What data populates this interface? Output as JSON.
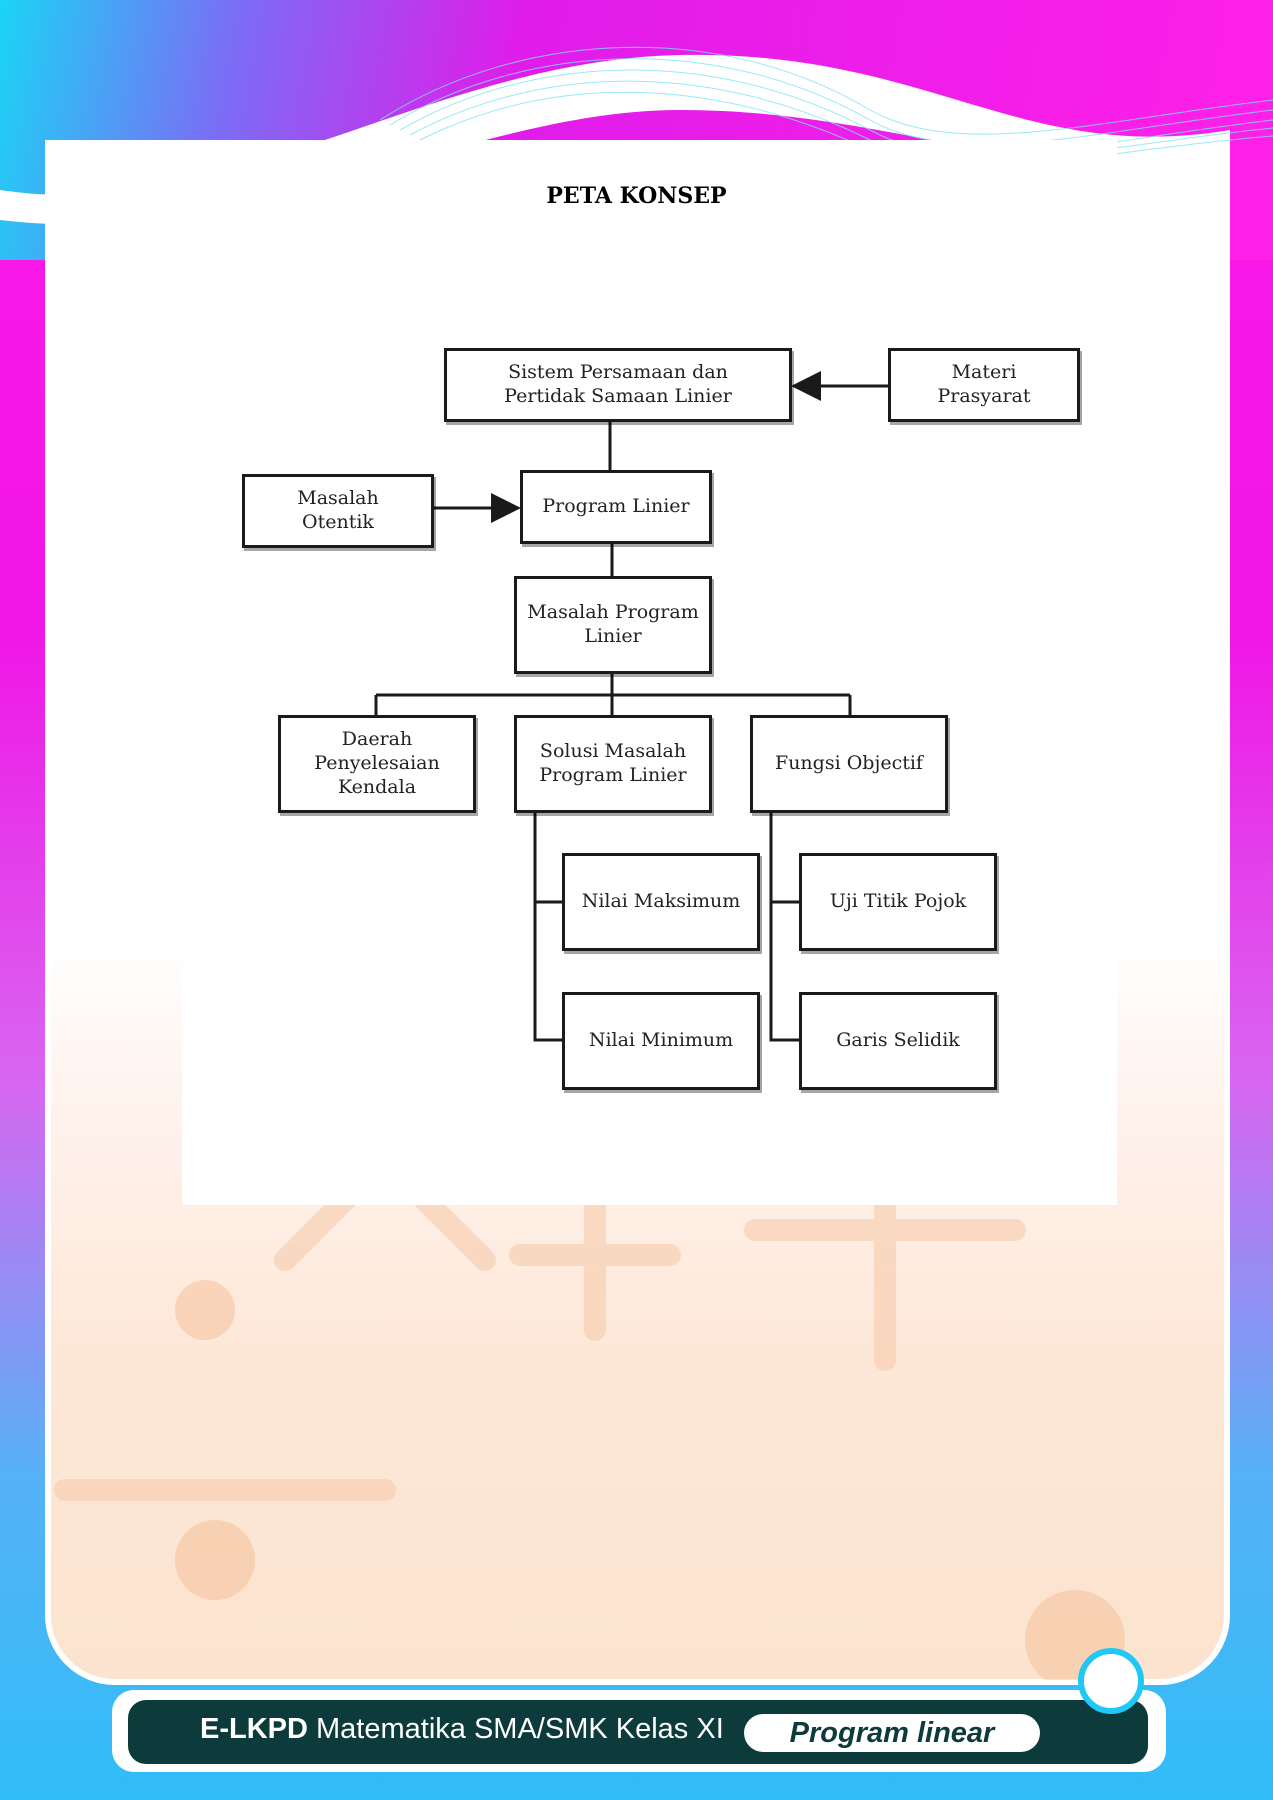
{
  "page": {
    "title": "PETA KONSEP"
  },
  "concept_map": {
    "nodes": {
      "sistem": "Sistem Persamaan dan\nPertidak Samaan Linier",
      "materi": "Materi\nPrasyarat",
      "masalah_otentik": "Masalah\nOtentik",
      "program_linier": "Program Linier",
      "masalah_program": "Masalah Program\nLinier",
      "daerah": "Daerah\nPenyelesaian\nKendala",
      "solusi": "Solusi Masalah\nProgram Linier",
      "fungsi": "Fungsi Objectif",
      "nilai_maks": "Nilai Maksimum",
      "nilai_min": "Nilai Minimum",
      "uji_titik": "Uji Titik Pojok",
      "garis": "Garis Selidik"
    }
  },
  "footer": {
    "brand": "E-LKPD",
    "subtitle": " Matematika SMA/SMK Kelas XI",
    "pill": "Program linear"
  },
  "colors": {
    "magenta": "#ff1ae8",
    "cyan": "#21c7f5",
    "footer_bar": "#0d3b3b"
  }
}
